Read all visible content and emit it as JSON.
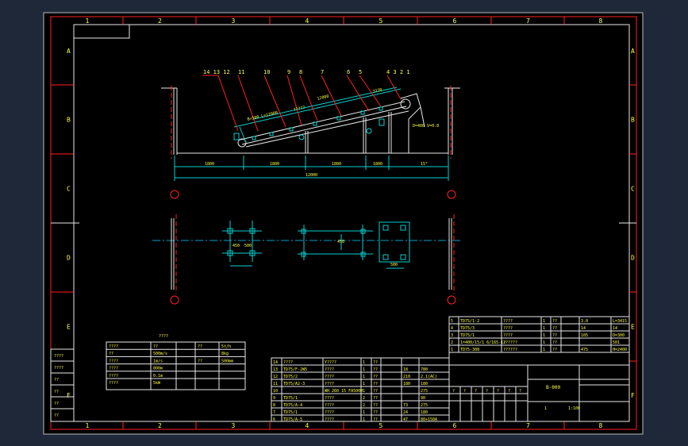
{
  "colors": {
    "background": "#1e2838",
    "sheet": "#000000",
    "frame": "#ff2020",
    "dimension": "#00d0d0",
    "geometry": "#e8e8e8",
    "text": "#ffff40",
    "centerline": "#00a0c8"
  },
  "grid": {
    "columns": [
      "1",
      "2",
      "3",
      "4",
      "5",
      "6",
      "7",
      "8"
    ],
    "rows": [
      "A",
      "B",
      "C",
      "D",
      "E",
      "F"
    ]
  },
  "elevation": {
    "callouts": [
      "14 13 12",
      "11",
      "10",
      "9",
      "8",
      "7",
      "6",
      "5",
      "4 3 2 1"
    ],
    "dims_bottom": [
      "1800",
      "1800",
      "1800",
      "1800",
      "15°"
    ],
    "overall_length": "12000",
    "slope_labels": [
      "B=500 L=12000",
      "?????",
      "12000",
      "7270",
      "D=400 V=0.8"
    ]
  },
  "plan": {
    "dims": [
      "450",
      "500",
      "450",
      "500"
    ]
  },
  "spec_table": {
    "title": "????",
    "rows": [
      [
        "????",
        "??",
        "",
        "??",
        "5t/h"
      ],
      [
        "??",
        "500m/s",
        "",
        "",
        "8kg"
      ],
      [
        "????",
        "1m/s",
        "",
        "??",
        "500mm"
      ],
      [
        "????",
        "800m",
        "",
        "",
        ""
      ],
      [
        "????",
        "0.1m",
        "",
        "",
        ""
      ],
      [
        "????",
        "5kW",
        "",
        "",
        ""
      ]
    ]
  },
  "parts_list": [
    [
      "14",
      "????",
      "Y????",
      "1",
      "??",
      "",
      "",
      ""
    ],
    [
      "13",
      "TD75/F-2W5",
      "????",
      "1",
      "??",
      "",
      "18",
      "780"
    ],
    [
      "12",
      "TD75/2",
      "????",
      "1",
      "??",
      "",
      "210",
      "2.1(AC)"
    ],
    [
      "11",
      "TD75/A2-3",
      "????",
      "1",
      "??",
      "",
      "180",
      "180"
    ],
    [
      "10",
      "",
      "WH 260 15 FA500M",
      "1",
      "??",
      "",
      "",
      "275"
    ],
    [
      "9",
      "TD75/1",
      "????",
      "2",
      "??",
      "",
      "",
      "90"
    ],
    [
      "8",
      "TD75/A-4",
      "????",
      "2",
      "??",
      "",
      "73",
      "275"
    ],
    [
      "7",
      "TD75/1",
      "????",
      "1",
      "??",
      "",
      "24",
      "180"
    ],
    [
      "6",
      "TD75/A-5",
      "????",
      "1",
      "??",
      "",
      "47",
      "80+150A"
    ]
  ],
  "upper_parts": [
    [
      "5",
      "TD75/1-2",
      "????",
      "1",
      "??",
      "",
      "3.0",
      "L=3415"
    ],
    [
      "4",
      "TD75/3",
      "????",
      "1",
      "??",
      "",
      "14",
      "14"
    ],
    [
      "3",
      "TD75/1",
      "????",
      "1",
      "??",
      "",
      "105",
      "D=300"
    ],
    [
      "2",
      "1=400/15/1 6/165-12",
      "??????",
      "1",
      "??",
      "",
      "",
      "501"
    ],
    [
      "1",
      "TD75-308",
      "??????",
      "1",
      "??",
      "",
      "475",
      "H=2400"
    ]
  ],
  "title_block": {
    "drawing_no": "B-000",
    "scale": "1:100",
    "sheet": "1",
    "labels": [
      "?",
      "?",
      "?",
      "?",
      "?",
      "?",
      "?"
    ]
  },
  "revision_block": {
    "labels": [
      "????",
      "????",
      "??",
      "??",
      "??",
      "??"
    ]
  }
}
